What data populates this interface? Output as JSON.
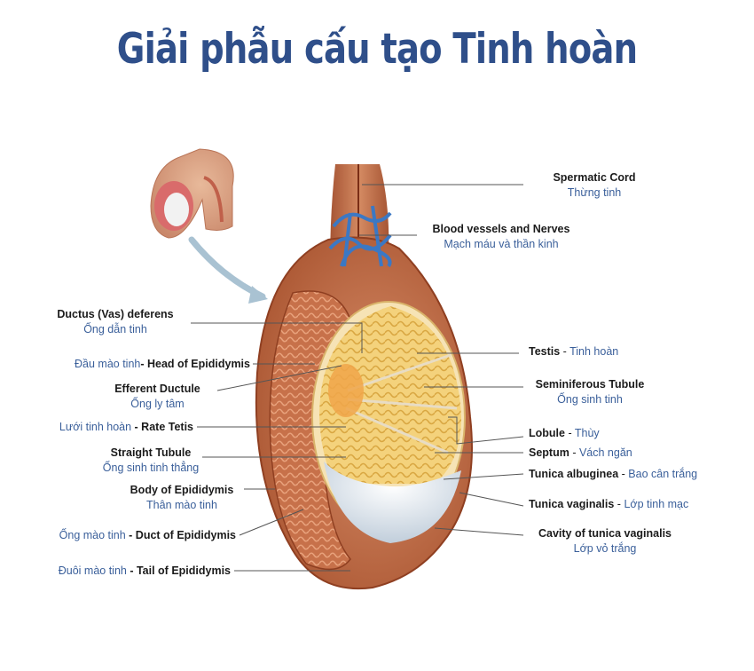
{
  "title": "Giải phẫu cấu tạo Tinh hoàn",
  "colors": {
    "title": "#2f4f8a",
    "accent": "#3a5f9a",
    "leader": "#555555"
  },
  "labels": {
    "spermatic_cord": {
      "en": "Spermatic Cord",
      "vi": "Thừng tinh"
    },
    "blood_vessels": {
      "en": "Blood vessels and Nerves",
      "vi": "Mạch máu và thần kinh"
    },
    "ductus_deferens": {
      "en": "Ductus (Vas) deferens",
      "vi": "Ống dẫn tinh"
    },
    "head_epididymis": {
      "vi": "Đầu mào tinh",
      "en": "- Head of Epididymis"
    },
    "testis": {
      "en": "Testis",
      "sep": " - ",
      "vi": "Tinh hoàn"
    },
    "efferent_ductule": {
      "en": "Efferent Ductule",
      "vi": "Ống ly tâm"
    },
    "seminiferous_tubule": {
      "en": "Seminiferous Tubule",
      "vi": "Ống sinh tinh"
    },
    "rate_tetis": {
      "vi": "Lưới tinh hoàn",
      "en": " - Rate Tetis"
    },
    "lobule": {
      "en": "Lobule",
      "sep": " - ",
      "vi": "Thùy"
    },
    "straight_tubule": {
      "en": "Straight Tubule",
      "vi": "Ống sinh tinh thẳng"
    },
    "septum": {
      "en": "Septum",
      "sep": " - ",
      "vi": "Vách ngăn"
    },
    "tunica_albuginea": {
      "en": "Tunica albuginea",
      "sep": " - ",
      "vi": "Bao cân trắng"
    },
    "body_epididymis": {
      "en": "Body of Epididymis",
      "vi": "Thân mào tinh"
    },
    "tunica_vaginalis": {
      "en": "Tunica vaginalis",
      "sep": " - ",
      "vi": "Lớp tinh mạc"
    },
    "duct_epididymis": {
      "vi": "Ống mào tinh",
      "en": " - Duct of Epididymis"
    },
    "cavity_tunica": {
      "en": "Cavity of tunica vaginalis",
      "vi": "Lớp vỏ trắng"
    },
    "tail_epididymis": {
      "vi": "Đuôi mào tinh",
      "en": " - Tail of Epididymis"
    }
  }
}
